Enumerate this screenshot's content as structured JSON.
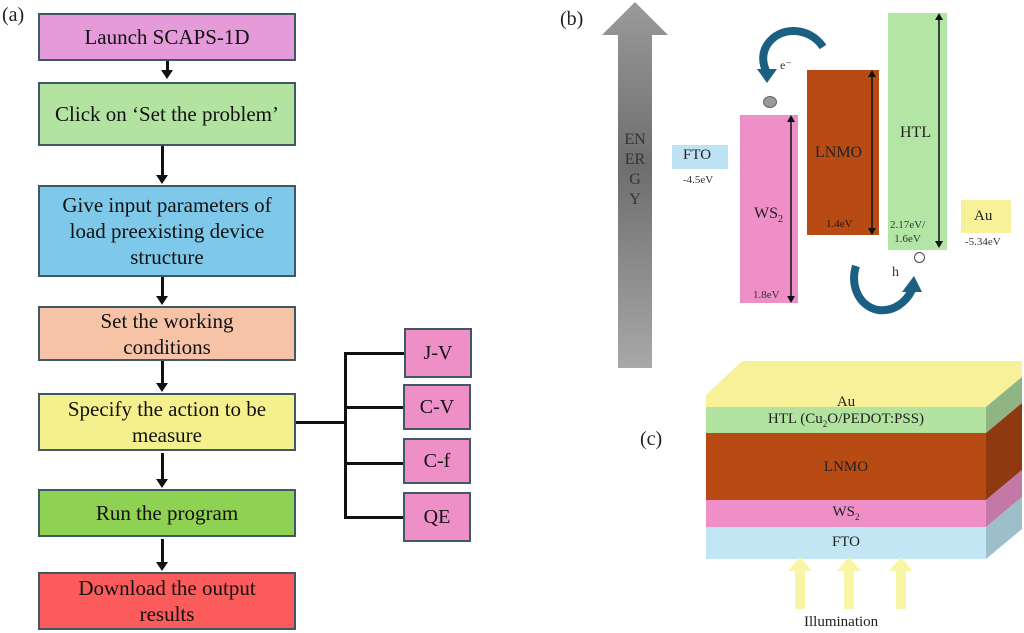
{
  "panel_a": {
    "label": "(a)",
    "steps": [
      {
        "text": "Launch SCAPS-1D",
        "color": "#e59ad9"
      },
      {
        "text": "Click on ‘Set the problem’",
        "color": "#b3e3a0"
      },
      {
        "text": "Give input parameters of load preexisting device structure",
        "color": "#7ec8ea"
      },
      {
        "text": "Set the working conditions",
        "color": "#f6c3a7"
      },
      {
        "text": "Specify the action to be measure",
        "color": "#f5f08e"
      },
      {
        "text": "Run the program",
        "color": "#8fd152"
      },
      {
        "text": "Download the output results",
        "color": "#fc5b5b"
      }
    ],
    "measurements": [
      "J-V",
      "C-V",
      "C-f",
      "QE"
    ],
    "measurement_color": "#ee8fc7"
  },
  "panel_b": {
    "label": "(b)",
    "energy_axis": "ENERGY",
    "electron_label": "e⁻",
    "hole_label": "h",
    "fto": {
      "name": "FTO",
      "value": "-4.5eV",
      "color": "#bde3f4"
    },
    "ws2": {
      "name": "WS",
      "sub": "2",
      "bandgap": "1.8eV",
      "color": "#ee8fc7"
    },
    "lnmo": {
      "name": "LNMO",
      "bandgap": "1.4eV",
      "color": "#b84b13"
    },
    "htl": {
      "name": "HTL",
      "bandgap_line1": "2.17eV/",
      "bandgap_line2": "1.6eV",
      "color": "#b3e6a4"
    },
    "au": {
      "name": "Au",
      "value": "-5.34eV",
      "color": "#f7f29a"
    },
    "arrow_color": "#1b6082"
  },
  "panel_c": {
    "label": "(c)",
    "layers": [
      {
        "name": "Au",
        "color": "#f7f29a"
      },
      {
        "name": "HTL (Cu",
        "sub": "2",
        "name_after": "O/PEDOT:PSS)",
        "color": "#b3e3a0"
      },
      {
        "name": "LNMO",
        "color": "#b84b13"
      },
      {
        "name": "WS",
        "sub": "2",
        "color": "#ee8fc7"
      },
      {
        "name": "FTO",
        "color": "#c2e6f4"
      }
    ],
    "illumination_label": "Illumination",
    "illumination_color": "#f8f6a6"
  }
}
